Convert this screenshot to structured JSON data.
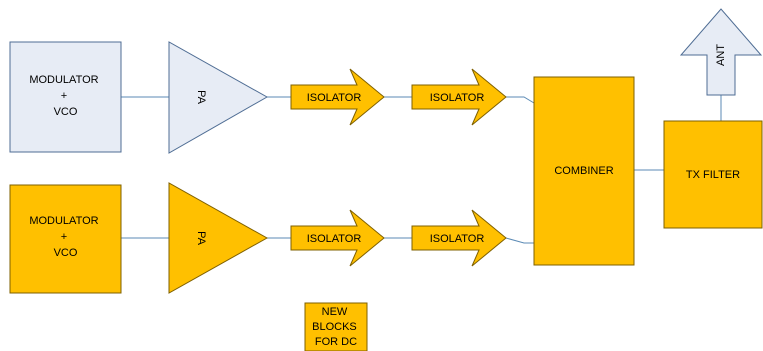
{
  "diagram": {
    "chain_top": {
      "modulator": [
        "MODULATOR",
        "+",
        "VCO"
      ],
      "amp": "PA",
      "isolator_1": "ISOLATOR",
      "isolator_2": "ISOLATOR"
    },
    "chain_bottom": {
      "modulator": [
        "MODULATOR",
        "+",
        "VCO"
      ],
      "amp": "PA",
      "isolator_1": "ISOLATOR",
      "isolator_2": "ISOLATOR"
    },
    "combiner": "COMBINER",
    "tx_filter": "TX FILTER",
    "antenna": "ANT",
    "legend": [
      "NEW",
      "BLOCKS",
      "FOR DC"
    ],
    "colors": {
      "existing_block": "#e7ecf5",
      "new_block": "#ffc000",
      "wire": "#5b8ab5"
    }
  }
}
